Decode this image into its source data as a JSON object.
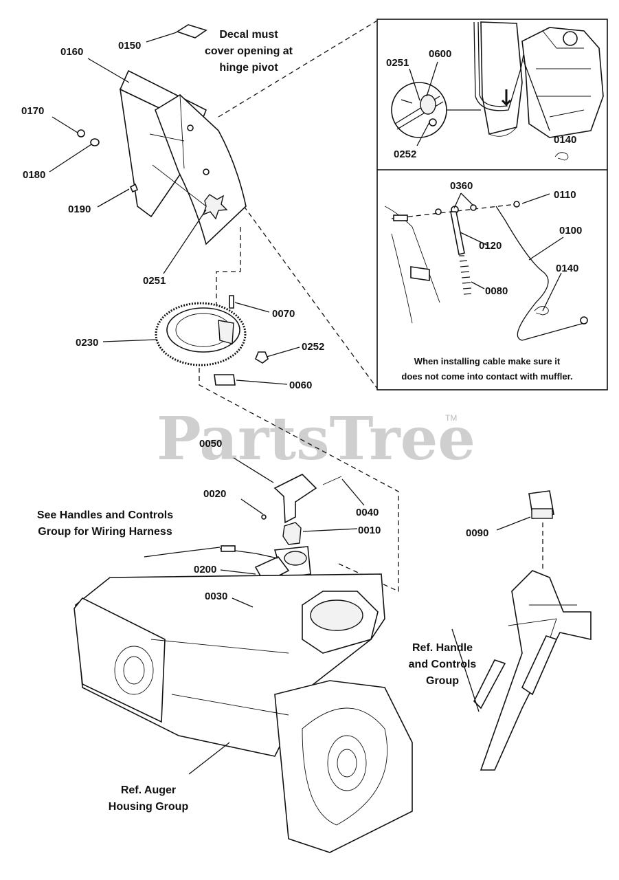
{
  "watermark": {
    "text": "PartsTree",
    "tm": "TM"
  },
  "notes": {
    "decal": [
      "Decal must",
      "cover opening at",
      "hinge pivot"
    ],
    "wiring": [
      "See Handles and Controls",
      "Group for Wiring Harness"
    ],
    "handle_ref": [
      "Ref. Handle",
      "and Controls",
      "Group"
    ],
    "auger_ref": [
      "Ref. Auger",
      "Housing Group"
    ],
    "cable_warning": [
      "When installing cable make sure it",
      "does not come into contact with muffler."
    ]
  },
  "parts": [
    {
      "id": "p0150",
      "number": "0150"
    },
    {
      "id": "p0160",
      "number": "0160"
    },
    {
      "id": "p0170",
      "number": "0170"
    },
    {
      "id": "p0180",
      "number": "0180"
    },
    {
      "id": "p0190",
      "number": "0190"
    },
    {
      "id": "p0251a",
      "number": "0251"
    },
    {
      "id": "p0070",
      "number": "0070"
    },
    {
      "id": "p0230",
      "number": "0230"
    },
    {
      "id": "p0252a",
      "number": "0252"
    },
    {
      "id": "p0060",
      "number": "0060"
    },
    {
      "id": "p0050",
      "number": "0050"
    },
    {
      "id": "p0020",
      "number": "0020"
    },
    {
      "id": "p0040",
      "number": "0040"
    },
    {
      "id": "p0010",
      "number": "0010"
    },
    {
      "id": "p0200",
      "number": "0200"
    },
    {
      "id": "p0030",
      "number": "0030"
    },
    {
      "id": "p0090",
      "number": "0090"
    },
    {
      "id": "p0251b",
      "number": "0251"
    },
    {
      "id": "p0600",
      "number": "0600"
    },
    {
      "id": "p0252b",
      "number": "0252"
    },
    {
      "id": "p0140a",
      "number": "0140"
    },
    {
      "id": "p0360",
      "number": "0360"
    },
    {
      "id": "p0110",
      "number": "0110"
    },
    {
      "id": "p0120",
      "number": "0120"
    },
    {
      "id": "p0100",
      "number": "0100"
    },
    {
      "id": "p0140b",
      "number": "0140"
    },
    {
      "id": "p0080",
      "number": "0080"
    }
  ]
}
